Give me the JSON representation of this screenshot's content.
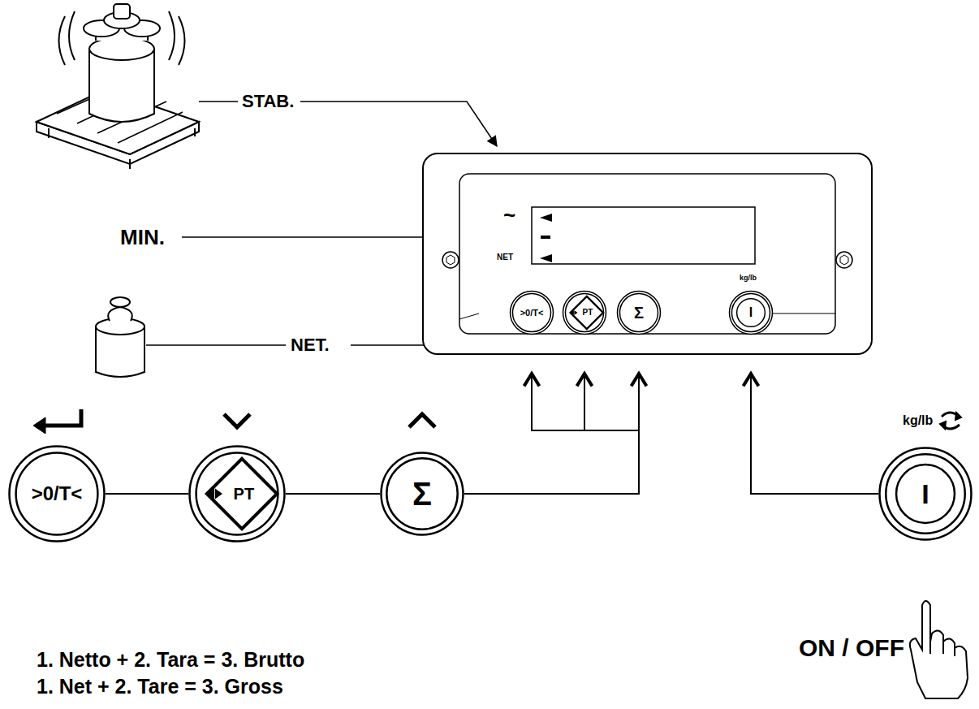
{
  "diagram": {
    "nodes": [
      {
        "text": [
          "NET"
        ]
      },
      {
        "text": [
          ">0/T<"
        ],
        "in": 0
      },
      {
        "text": [
          "PT"
        ],
        "in": 0
      },
      {
        "text": [
          "Σ"
        ],
        "in": 0
      },
      {
        "text": [
          "I"
        ],
        "in": 0
      },
      {
        "text": [
          ">0/T<"
        ]
      },
      {
        "text": [
          "PT"
        ]
      },
      {
        "text": [
          "Σ"
        ]
      },
      {
        "text": [
          "I"
        ]
      }
    ],
    "edges": [
      {
        "from": 5,
        "to": 6,
        "arrow": "none"
      },
      {
        "from": 6,
        "to": 7,
        "arrow": "none"
      },
      {
        "from": 7,
        "to": 1,
        "arrow": "to"
      },
      {
        "from": 7,
        "to": 2,
        "arrow": "to"
      },
      {
        "from": 7,
        "to": 3,
        "arrow": "to"
      },
      {
        "from": 8,
        "to": 4,
        "arrow": "to"
      }
    ],
    "labels": [
      "STAB.",
      "MIN.",
      "NET.",
      "~",
      "kg/lb",
      "kg/lb",
      "ON / OFF",
      "1. Netto + 2. Tara = 3. Brutto",
      "1. Net + 2. Tare = 3. Gross"
    ]
  }
}
